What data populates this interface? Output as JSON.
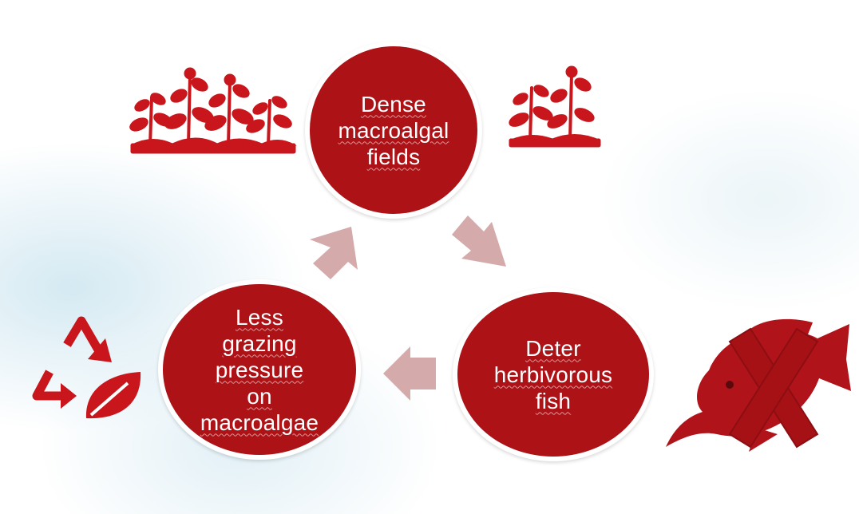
{
  "diagram": {
    "nodes": {
      "top": {
        "label": "Dense\nmacroalgal\nfields"
      },
      "right": {
        "label": "Deter\nherbivorous\nfish"
      },
      "left": {
        "label": "Less\ngrazing\npressure\non\nmacroalgae"
      }
    },
    "icons": {
      "left_plants": "plants-icon",
      "right_plants": "plants-icon",
      "recycle": "recycle-leaf-icon",
      "fish": "crossed-out-fish-icon"
    },
    "colors": {
      "node_fill": "#ad1217",
      "arrow_fill": "#d4aaab",
      "icon_fill": "#c8161c",
      "cross_fill": "#a51115"
    }
  }
}
